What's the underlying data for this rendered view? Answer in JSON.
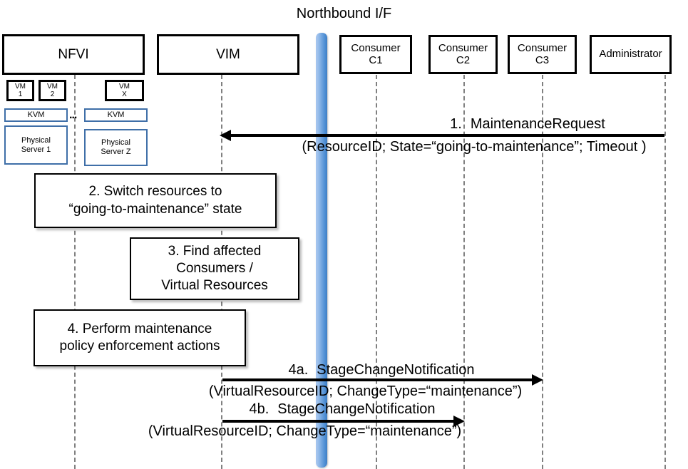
{
  "title": "Northbound I/F",
  "actors": [
    {
      "id": "nfvi",
      "label": "NFVI",
      "label2": ""
    },
    {
      "id": "vim",
      "label": "VIM",
      "label2": ""
    },
    {
      "id": "c1",
      "label": "Consumer",
      "label2": "C1"
    },
    {
      "id": "c2",
      "label": "Consumer",
      "label2": "C2"
    },
    {
      "id": "c3",
      "label": "Consumer",
      "label2": "C3"
    },
    {
      "id": "admin",
      "label": "Administrator",
      "label2": ""
    }
  ],
  "nfvi_detail": {
    "vm1": "VM\n1",
    "vm2": "VM\n2",
    "vmx": "VM\nX",
    "kvm1": "KVM",
    "kvm2": "KVM",
    "physical_server_1": "Physical\nServer 1",
    "physical_server_z": "Physical\nServer Z",
    "ellipsis": "..."
  },
  "steps": [
    {
      "id": "step2",
      "text": "2. Switch resources to\n“going-to-maintenance” state"
    },
    {
      "id": "step3",
      "text": "3. Find affected\nConsumers /\nVirtual Resources"
    },
    {
      "id": "step4",
      "text": "4. Perform maintenance\npolicy enforcement actions"
    }
  ],
  "messages": [
    {
      "id": "msg1",
      "number": "1.",
      "name": "MaintenanceRequest",
      "params": "(ResourceID; State=“going-to-maintenance”; Timeout )",
      "from": "admin",
      "to": "vim",
      "direction": "left"
    },
    {
      "id": "msg4a",
      "number": "4a.",
      "name": "StageChangeNotification",
      "params": "(VirtualResourceID; ChangeType=“maintenance”)",
      "from": "vim",
      "to": "c3",
      "direction": "right"
    },
    {
      "id": "msg4b",
      "number": "4b.",
      "name": "StageChangeNotification",
      "params": "(VirtualResourceID; ChangeType=“maintenance”)",
      "from": "vim",
      "to": "c2",
      "direction": "right"
    }
  ],
  "colors": {
    "northbound_bar": "#4f8fd4",
    "hardware_box_border": "#3f6fa8",
    "actor_border": "#000000",
    "lifeline": "#808080"
  }
}
